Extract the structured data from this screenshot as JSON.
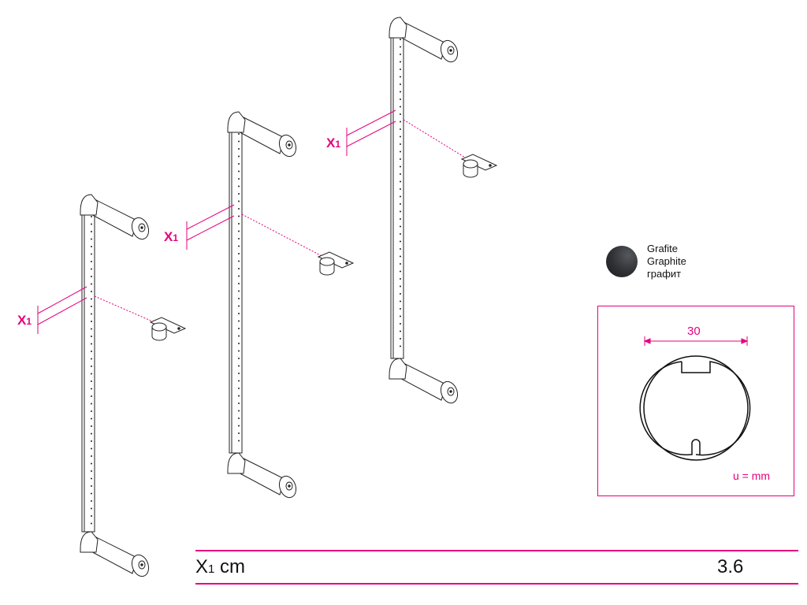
{
  "uprights": [
    {
      "label": "X",
      "sub": "1"
    },
    {
      "label": "X",
      "sub": "1"
    },
    {
      "label": "X",
      "sub": "1"
    }
  ],
  "finish": {
    "names": [
      "Grafite",
      "Graphite",
      "графит"
    ],
    "color": "#2e3033"
  },
  "profile": {
    "dimension": "30",
    "unit_note": "u = mm"
  },
  "table": {
    "label": "X",
    "label_sub": "1",
    "label_unit": " cm",
    "value": "3.6"
  },
  "colors": {
    "accent": "#e6007e",
    "line": "#222222"
  }
}
